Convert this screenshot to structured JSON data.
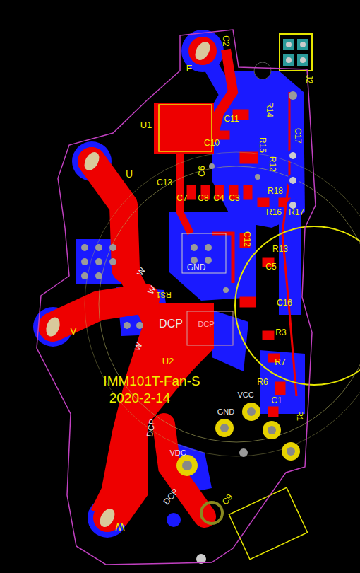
{
  "diagram": {
    "labels": [
      "E",
      "C2",
      "J2",
      "U1",
      "C11",
      "R14",
      "C17",
      "R15",
      "C10",
      "R12",
      "C13",
      "C6",
      "C7",
      "C8",
      "C4",
      "C3",
      "R18",
      "R16",
      "R17",
      "C12",
      "R13",
      "C5",
      "GND",
      "RS1",
      "C16",
      "DCP",
      "DCP",
      "R3",
      "U2",
      "R7",
      "R6",
      "IMM101T-Fan-S",
      "2020-2-14",
      "GND",
      "VCC",
      "C1",
      "R1",
      "W",
      "W",
      "W",
      "DCP",
      "VDC",
      "DCP",
      "C9",
      "U",
      "V",
      "W"
    ]
  }
}
